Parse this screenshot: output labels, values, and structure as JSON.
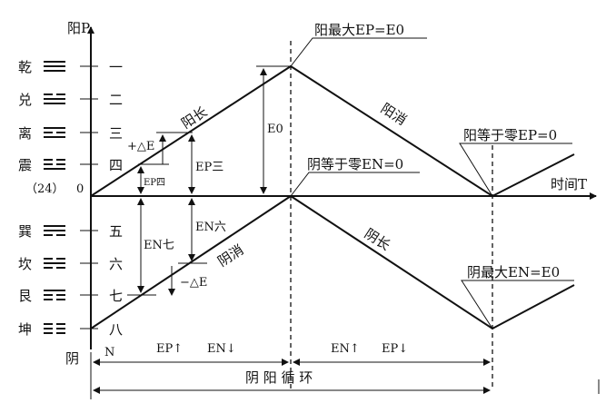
{
  "axes": {
    "y_top": "阳P",
    "y_bottom": "阴",
    "x_label": "时间T",
    "origin": "0",
    "origin_tag": "（24）",
    "n_label": "N"
  },
  "trigrams": [
    {
      "name": "乾",
      "number": "一",
      "lines": [
        "solid",
        "solid",
        "solid"
      ]
    },
    {
      "name": "兑",
      "number": "二",
      "lines": [
        "broken",
        "solid",
        "solid"
      ]
    },
    {
      "name": "离",
      "number": "三",
      "lines": [
        "solid",
        "broken",
        "solid"
      ]
    },
    {
      "name": "震",
      "number": "四",
      "lines": [
        "broken",
        "broken",
        "solid"
      ]
    },
    {
      "name": "巽",
      "number": "五",
      "lines": [
        "solid",
        "solid",
        "broken"
      ]
    },
    {
      "name": "坎",
      "number": "六",
      "lines": [
        "broken",
        "solid",
        "broken"
      ]
    },
    {
      "name": "艮",
      "number": "七",
      "lines": [
        "solid",
        "broken",
        "broken"
      ]
    },
    {
      "name": "坤",
      "number": "八",
      "lines": [
        "broken",
        "broken",
        "broken"
      ]
    }
  ],
  "labels": {
    "yang_max": "阳最大EP=E0",
    "yin_zero": "阴等于零EN=0",
    "yang_zero": "阳等于零EP=0",
    "yin_max": "阴最大EN=E0",
    "yang_grow": "阳长",
    "yang_fade": "阳消",
    "yin_fade": "阴消",
    "yin_grow": "阴长",
    "plus_delta": "+△E",
    "minus_delta": "−△E",
    "e0": "E0",
    "ep3": "EP三",
    "ep4": "EP四",
    "en6": "EN六",
    "en7": "EN七",
    "left_ep_up": "EP↑",
    "left_en_down": "EN↓",
    "right_en_up": "EN↑",
    "right_ep_down": "EP↓",
    "cycle": "阴 阳 循 环"
  }
}
